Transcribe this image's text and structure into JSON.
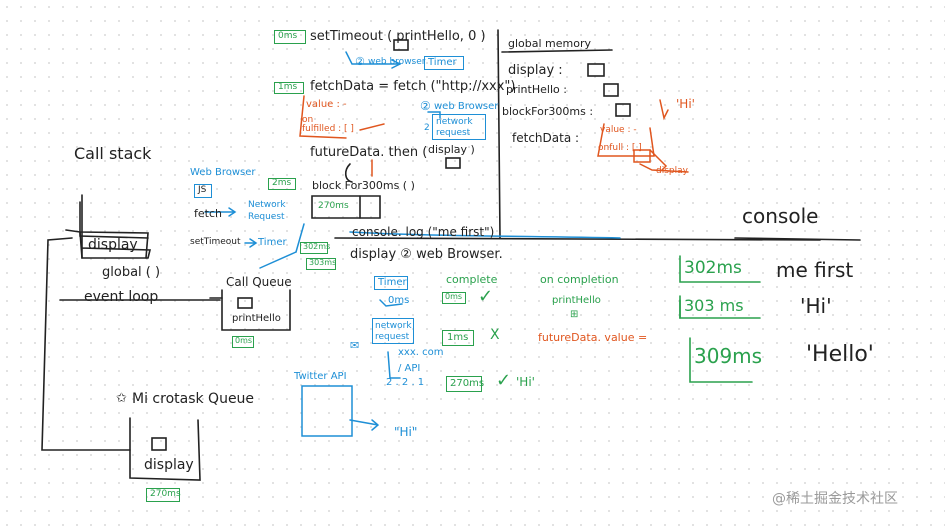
{
  "settimeout": {
    "tag": "0ms",
    "code": "setTimeout ( printHello,  0 )",
    "arrow_text": "web browser",
    "arrow_mark": "②",
    "timer": "Timer"
  },
  "fetch": {
    "tag": "1ms",
    "code": "fetchData = fetch (\"http://xxx\")",
    "value_label": "value :  -",
    "onfulfilled_label": "on\nfulfilled : [ ]",
    "web_mark": "②",
    "web_label": "web Browser",
    "network_label": "network\nrequest",
    "network_mark": "2"
  },
  "then": {
    "code": "futureData. then (",
    "arg": "display )"
  },
  "block_call": {
    "tag": "2ms",
    "code": "block For300ms ( )",
    "tag2": "270ms"
  },
  "global_memory": {
    "title": "global memory",
    "items": [
      "display :",
      "printHello :",
      "blockFor300ms :",
      "fetchData :"
    ],
    "value_label": "value : -",
    "onfull_label": "onfull : [ ]",
    "display_ref": "display",
    "hi": "'Hi'"
  },
  "left_panel": {
    "web_browser": "Web Browser",
    "js": "JS",
    "fetch_label": "fetch",
    "network_request": "Network\nRequest",
    "settimeout_label": "setTimeout",
    "timer": "Timer"
  },
  "stack": {
    "title": "Call stack",
    "frame": "display",
    "global": "global ( )",
    "event_loop": "event loop",
    "tags": [
      "302ms",
      "303ms"
    ]
  },
  "call_queue": {
    "title": "Call Queue",
    "item": "printHello",
    "tag": "0ms"
  },
  "console_log": {
    "code": "console. log (\"me first\")",
    "display_line": "display ② web Browser."
  },
  "timeline": {
    "col_timer": "Timer",
    "timer_ms": "0ms",
    "col_complete": "complete",
    "complete_tag": "0ms",
    "check1": "✓",
    "col_oncompletion": "on completion",
    "oncompletion_item": "printHello",
    "network": "network\nrequest",
    "net_url": "xxx. com",
    "net_path": "/ API",
    "net_ip": "2 . 2 . 1",
    "tag_1ms": "1ms",
    "cross": "X",
    "future_value": "futureData. value =",
    "tag_270": "270ms",
    "check2": "✓",
    "hi": "'Hi'"
  },
  "twitter": {
    "label": "Twitter API",
    "hi": "\"Hi\""
  },
  "microtask": {
    "title": "Mi crotask Queue",
    "item": "display",
    "tag": "270ms"
  },
  "console_panel": {
    "title": "console",
    "rows": [
      {
        "time": "302ms",
        "text": "me first"
      },
      {
        "time": "303 ms",
        "text": "'Hi'"
      },
      {
        "time": "309ms",
        "text": "'Hello'"
      }
    ]
  },
  "watermark": "@稀土掘金技术社区"
}
